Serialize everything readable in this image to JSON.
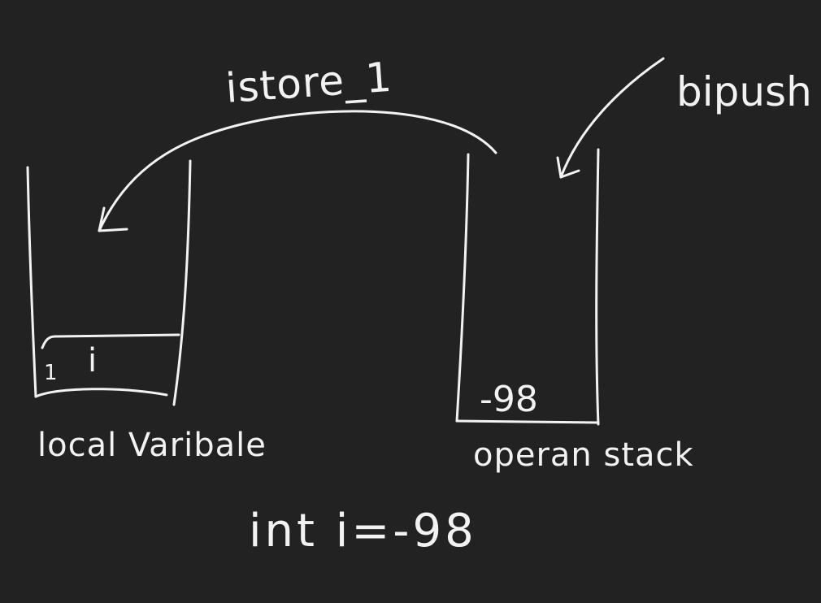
{
  "labels": {
    "istore": "istore_1",
    "bipush": "bipush",
    "local_variable": "local Varibale",
    "operand_stack": "operan stack",
    "code": "int i=-98"
  },
  "local_variable_table": {
    "slot_index": "1",
    "slot_name": "i"
  },
  "operand_stack": {
    "top_value": "-98"
  },
  "colors": {
    "background": "#222222",
    "ink": "#f2f2f2"
  }
}
